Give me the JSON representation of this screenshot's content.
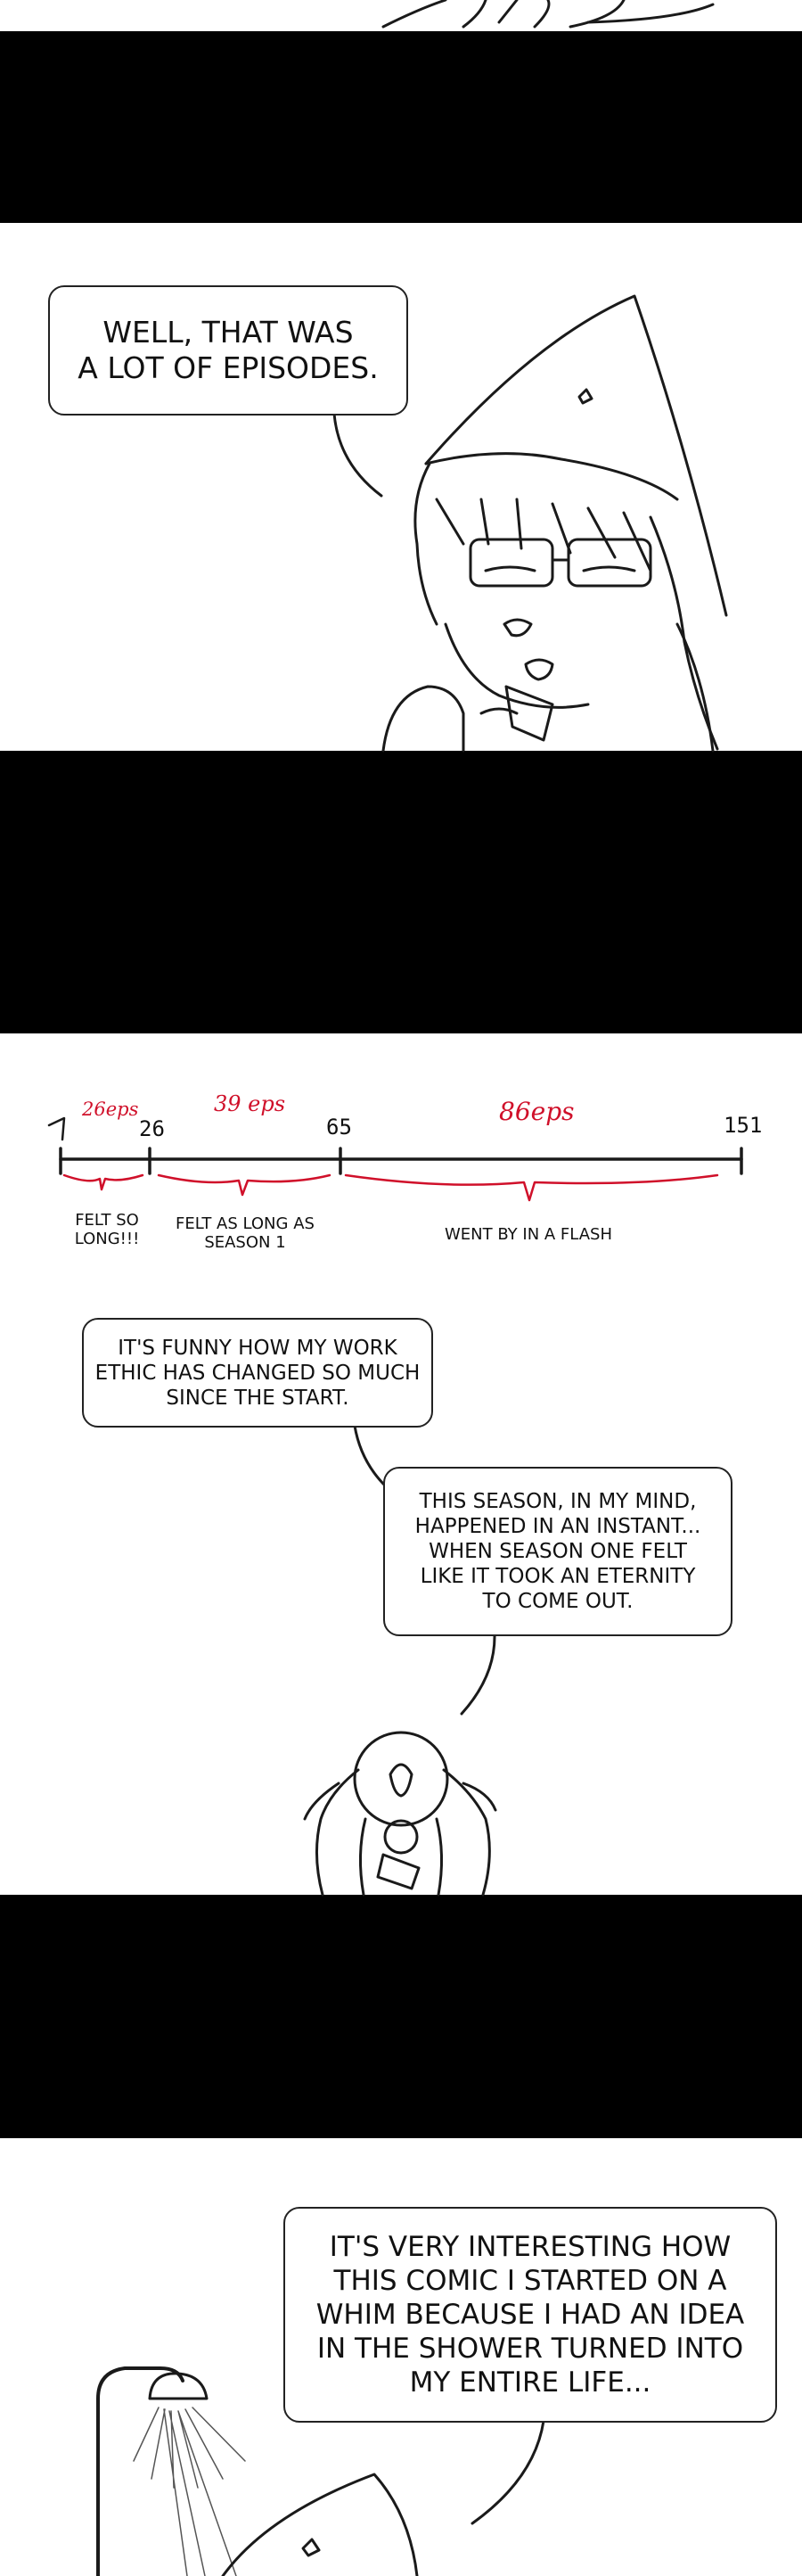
{
  "comic": {
    "panel1": {
      "speech": "WELL, THAT WAS\nA LOT OF EPISODES."
    },
    "timeline": {
      "marks": [
        "1",
        "26",
        "65",
        "151"
      ],
      "counts": [
        "26eps",
        "39 eps",
        "86eps"
      ],
      "labels": [
        "FELT SO\nLONG!!!",
        "FELT AS LONG AS\nSEASON 1",
        "WENT BY IN A FLASH"
      ],
      "accent_color": "#d0102a"
    },
    "panel2": {
      "speech_1": "IT'S FUNNY HOW MY WORK\nETHIC HAS CHANGED SO MUCH\nSINCE THE START.",
      "speech_2": "THIS SEASON, IN MY MIND,\nHAPPENED IN AN INSTANT...\nWHEN SEASON ONE FELT\nLIKE IT TOOK AN ETERNITY\nTO COME OUT."
    },
    "panel3": {
      "speech": "IT'S VERY INTERESTING HOW\nTHIS COMIC I STARTED ON A\nWHIM BECAUSE I HAD AN IDEA\nIN THE SHOWER TURNED INTO\nMY ENTIRE LIFE..."
    }
  }
}
